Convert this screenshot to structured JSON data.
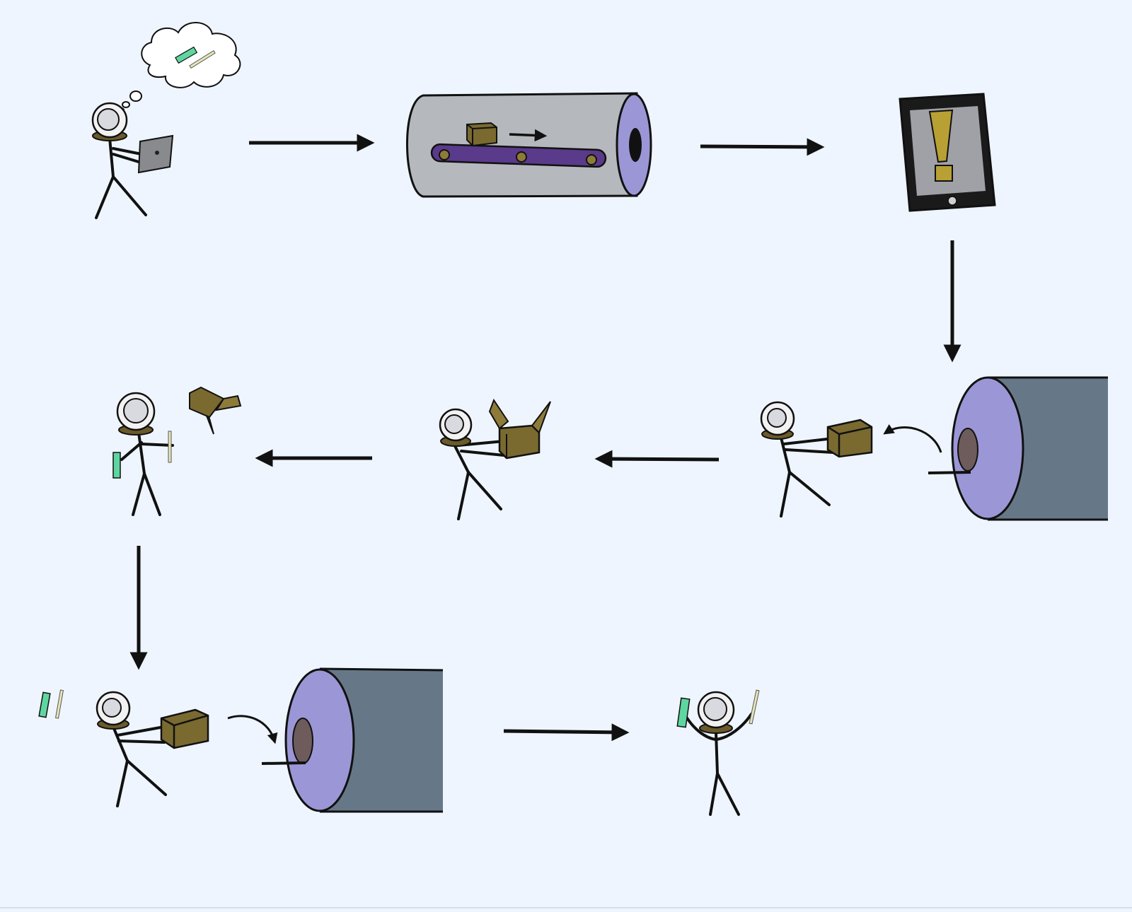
{
  "colors": {
    "background": "#eef5fe",
    "ink": "#111111",
    "cylinder_gray": "#b5b8bd",
    "cylinder_face_lavender": "#9b97d6",
    "pipe_slate": "#667888",
    "conveyor_purple": "#5a3a8a",
    "cardboard": "#7a6a30",
    "cardboard_light": "#8e7b3a",
    "helmet_rim": "#6b5a2a",
    "helmet_glass": "#d8dae0",
    "tablet_screen": "#a0a1a6",
    "warning_yellow": "#b9a034",
    "toothpaste_green": "#5fd6a0",
    "toothbrush_cream": "#e6e6b8",
    "pipe_hole": "#6e5c5c"
  },
  "steps": [
    {
      "name": "astronaut-orders-on-tablet",
      "icon": "astronaut-with-tablet-icon"
    },
    {
      "name": "conveyor-cylinder",
      "icon": "conveyor-cylinder-icon"
    },
    {
      "name": "tablet-alert",
      "icon": "tablet-exclamation-icon"
    },
    {
      "name": "pipe-delivery",
      "icon": "pipe-delivery-icon"
    },
    {
      "name": "astronaut-opens-box",
      "icon": "astronaut-opening-box-icon"
    },
    {
      "name": "astronaut-with-items",
      "icon": "astronaut-with-items-icon"
    },
    {
      "name": "astronaut-returns-box",
      "icon": "astronaut-returning-box-icon"
    },
    {
      "name": "pipe-return",
      "icon": "pipe-return-icon"
    },
    {
      "name": "astronaut-celebrates",
      "icon": "astronaut-celebrating-icon"
    }
  ]
}
